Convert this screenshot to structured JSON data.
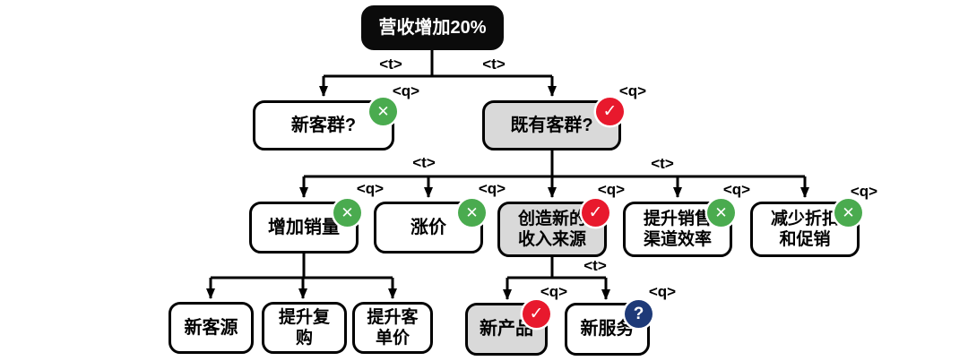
{
  "diagram": {
    "type": "decision-tree",
    "goal": "营收增加20%"
  },
  "nodes": [
    {
      "label": "营收增加20%",
      "role": "goal"
    },
    {
      "label": "新客群?",
      "role": "question",
      "status": "rejected"
    },
    {
      "label": "既有客群?",
      "role": "question",
      "status": "accepted",
      "selected": true
    },
    {
      "label": "增加销量",
      "role": "question",
      "status": "rejected"
    },
    {
      "label": "涨价",
      "role": "question",
      "status": "rejected"
    },
    {
      "label": "创造新的\n收入来源",
      "role": "question",
      "status": "accepted",
      "selected": true
    },
    {
      "label": "提升销售\n渠道效率",
      "role": "question",
      "status": "rejected"
    },
    {
      "label": "减少折扣\n和促销",
      "role": "question",
      "status": "rejected"
    },
    {
      "label": "新客源",
      "role": "option"
    },
    {
      "label": "提升复\n购",
      "role": "option"
    },
    {
      "label": "提升客\n单价",
      "role": "option"
    },
    {
      "label": "新产品",
      "role": "question",
      "status": "accepted",
      "selected": true
    },
    {
      "label": "新服务",
      "role": "question",
      "status": "unknown"
    }
  ],
  "icons": {
    "rejected": "✕",
    "accepted": "✓",
    "unknown": "?"
  },
  "edge_labels": {
    "task": "<t>",
    "question": "<q>"
  },
  "colors": {
    "rejected": "#4aab4f",
    "accepted": "#e8192d",
    "unknown": "#1e3a78",
    "selected_fill": "#d9d9d9",
    "goal_fill": "#0b0b0b",
    "node_border": "#000000"
  }
}
